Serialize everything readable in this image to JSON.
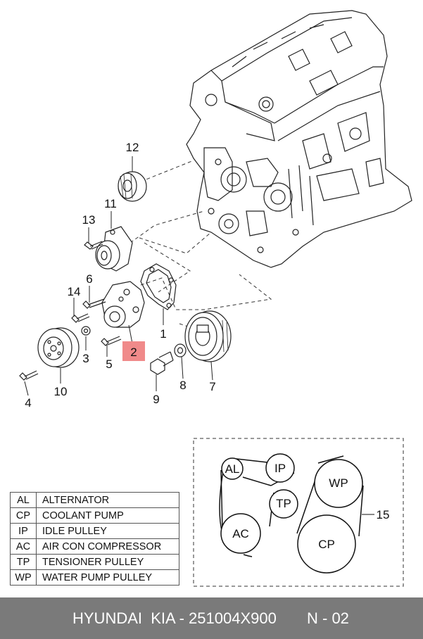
{
  "callouts": {
    "n1": "1",
    "n2": "2",
    "n3": "3",
    "n4": "4",
    "n5": "5",
    "n6": "6",
    "n7": "7",
    "n8": "8",
    "n9": "9",
    "n10": "10",
    "n11": "11",
    "n12": "12",
    "n13": "13",
    "n14": "14",
    "n15": "15"
  },
  "belt_diagram": {
    "al": "AL",
    "ip": "IP",
    "wp": "WP",
    "tp": "TP",
    "ac": "AC",
    "cp": "CP"
  },
  "legend": [
    {
      "abbr": "AL",
      "name": "ALTERNATOR"
    },
    {
      "abbr": "CP",
      "name": "COOLANT PUMP"
    },
    {
      "abbr": "IP",
      "name": "IDLE PULLEY"
    },
    {
      "abbr": "AC",
      "name": "AIR CON COMPRESSOR"
    },
    {
      "abbr": "TP",
      "name": "TENSIONER PULLEY"
    },
    {
      "abbr": "WP",
      "name": "WATER PUMP PULLEY"
    }
  ],
  "footer": {
    "brand": "HYUNDAI  KIA - 251004X900",
    "page": "N - 02"
  },
  "colors": {
    "highlight": "#f08a8a",
    "footer_bg": "#7a7a7a"
  }
}
